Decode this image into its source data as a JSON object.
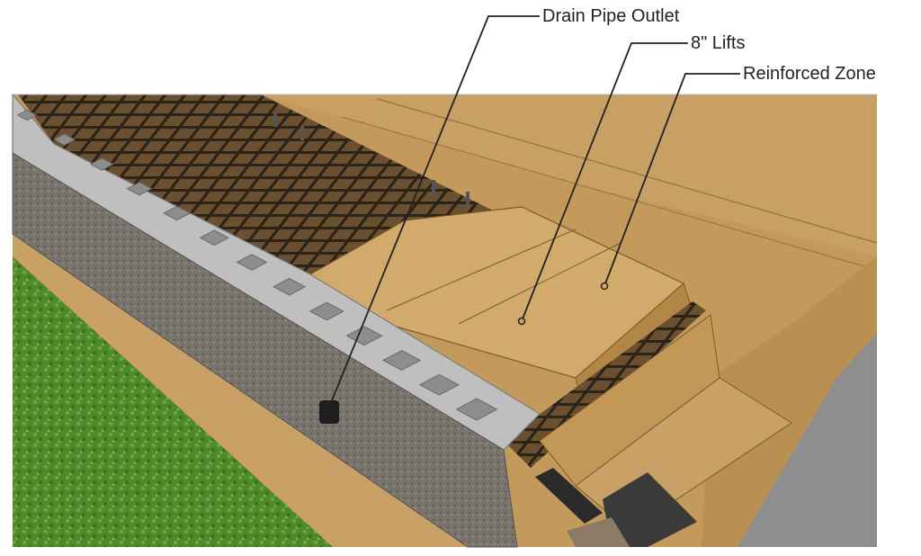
{
  "labels": {
    "drain_pipe_outlet": "Drain Pipe Outlet",
    "lifts": "8\" Lifts",
    "reinforced_zone": "Reinforced Zone"
  },
  "colors": {
    "soil": "#c49a5c",
    "soil_light": "#d2aa6c",
    "soil_dark": "#a57d44",
    "grass": "#4e8a2a",
    "grass_light": "#6fa63a",
    "block": "#bfbfbf",
    "block_dark": "#8d8d8d",
    "block_face": "#7a756c",
    "geogrid": "#2b2218",
    "retained_wall": "#8e8e8e",
    "leader": "#222222"
  },
  "icons": {
    "drain_pipe": "drain-pipe-icon",
    "geogrid": "geogrid-icon"
  }
}
